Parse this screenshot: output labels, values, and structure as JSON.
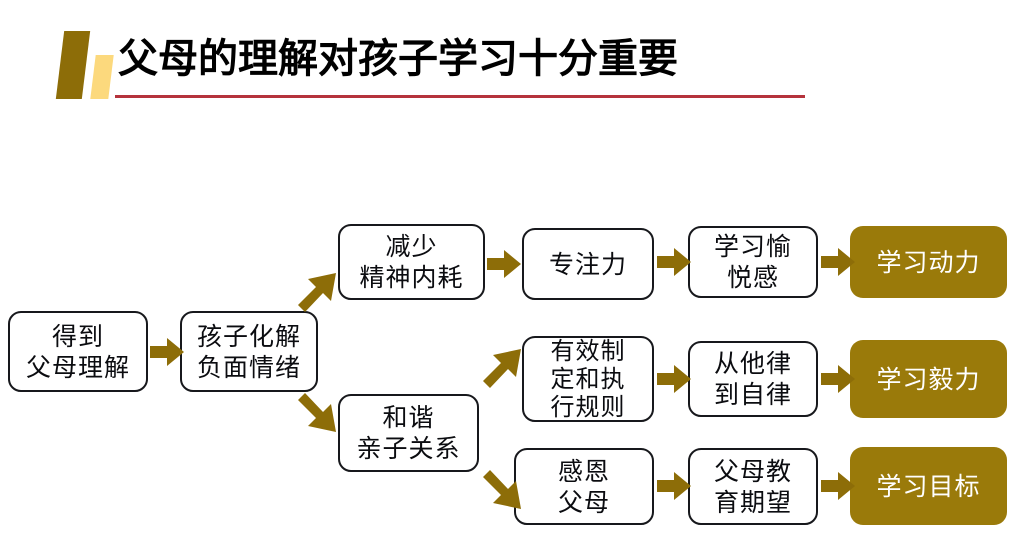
{
  "slide": {
    "title": "父母的理解对孩子学习十分重要",
    "accent_color": "#9a7a0a",
    "deco_dark_color": "#8d6d08",
    "deco_light_color": "#fcd97d",
    "underline_color": "#b5333c",
    "arrow_color": "#8d6d08",
    "node_border_color": "#17181c",
    "node_text_color": "#0b0c10",
    "accent_text_color": "#ffffff",
    "background_color": "#ffffff"
  },
  "flow": {
    "nodes": [
      {
        "id": "parent-understanding",
        "label": "得到\n父母理解",
        "style": "plain",
        "column": 1,
        "row": "middle"
      },
      {
        "id": "child-resolve",
        "label": "孩子化解\n负面情绪",
        "style": "plain",
        "column": 2,
        "row": "middle"
      },
      {
        "id": "reduce-drain",
        "label": "减少\n精神内耗",
        "style": "plain",
        "column": 3,
        "row": "top"
      },
      {
        "id": "harmony",
        "label": "和谐\n亲子关系",
        "style": "plain",
        "column": 3,
        "row": "lower"
      },
      {
        "id": "focus",
        "label": "专注力",
        "style": "plain",
        "column": 4,
        "row": "top"
      },
      {
        "id": "rules",
        "label": "有效制\n定和执\n行规则",
        "style": "plain",
        "column": 4,
        "row": "middle"
      },
      {
        "id": "gratitude",
        "label": "感恩\n父母",
        "style": "plain",
        "column": 4,
        "row": "bottom"
      },
      {
        "id": "joy",
        "label": "学习愉\n悦感",
        "style": "plain",
        "column": 5,
        "row": "top"
      },
      {
        "id": "self-discipline",
        "label": "从他律\n到自律",
        "style": "plain",
        "column": 5,
        "row": "middle"
      },
      {
        "id": "expectation",
        "label": "父母教\n育期望",
        "style": "plain",
        "column": 5,
        "row": "bottom"
      },
      {
        "id": "motivation",
        "label": "学习动力",
        "style": "accent",
        "column": 6,
        "row": "top"
      },
      {
        "id": "perseverance",
        "label": "学习毅力",
        "style": "accent",
        "column": 6,
        "row": "middle"
      },
      {
        "id": "goal",
        "label": "学习目标",
        "style": "accent",
        "column": 6,
        "row": "bottom"
      }
    ],
    "connectors": [
      {
        "id": "arrow-1",
        "from": "parent-understanding",
        "to": "child-resolve",
        "direction": "right"
      },
      {
        "id": "arrow-up-1",
        "from": "child-resolve",
        "to": "reduce-drain",
        "direction": "up-right"
      },
      {
        "id": "arrow-down-1",
        "from": "child-resolve",
        "to": "harmony",
        "direction": "down-right"
      },
      {
        "id": "arrow-2",
        "from": "reduce-drain",
        "to": "focus",
        "direction": "right"
      },
      {
        "id": "arrow-3",
        "from": "focus",
        "to": "joy",
        "direction": "right"
      },
      {
        "id": "arrow-4",
        "from": "joy",
        "to": "motivation",
        "direction": "right"
      },
      {
        "id": "arrow-up-2",
        "from": "harmony",
        "to": "rules",
        "direction": "up-right"
      },
      {
        "id": "arrow-down-2",
        "from": "harmony",
        "to": "gratitude",
        "direction": "down-right"
      },
      {
        "id": "arrow-5",
        "from": "rules",
        "to": "self-discipline",
        "direction": "right"
      },
      {
        "id": "arrow-6",
        "from": "self-discipline",
        "to": "perseverance",
        "direction": "right"
      },
      {
        "id": "arrow-7",
        "from": "gratitude",
        "to": "expectation",
        "direction": "right"
      },
      {
        "id": "arrow-8",
        "from": "expectation",
        "to": "goal",
        "direction": "right"
      }
    ]
  }
}
